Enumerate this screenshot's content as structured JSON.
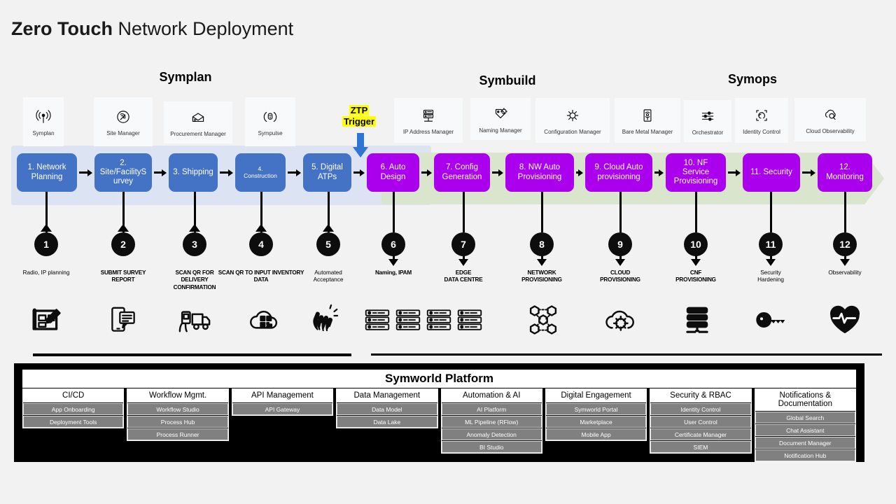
{
  "title": {
    "bold": "Zero Touch",
    "light": "Network Deployment"
  },
  "sections": [
    {
      "name": "Symplan",
      "label": "Symplan"
    },
    {
      "name": "Symbuild",
      "label": "Symbuild"
    },
    {
      "name": "Symops",
      "label": "Symops"
    }
  ],
  "tools": [
    {
      "label": "Symplan",
      "icon": "antenna-signal-icon"
    },
    {
      "label": "Site Manager",
      "icon": "site-signal-circle-icon"
    },
    {
      "label": "Procurement Manager",
      "icon": "envelope-card-icon"
    },
    {
      "label": "Sympulse",
      "icon": "pulse-circle-icon"
    },
    {
      "label": "IP Address Manager",
      "icon": "server-network-icon"
    },
    {
      "label": "Naming Manager",
      "icon": "tag-gear-icon"
    },
    {
      "label": "Configuration Manager",
      "icon": "gear-cluster-icon"
    },
    {
      "label": "Bare Metal Manager",
      "icon": "rack-signal-icon"
    },
    {
      "label": "Orchestrator",
      "icon": "sliders-icon"
    },
    {
      "label": "Identity Control",
      "icon": "fingerprint-scan-icon"
    },
    {
      "label": "Cloud Observability",
      "icon": "cloud-search-icon"
    }
  ],
  "ztp": {
    "line1": "ZTP",
    "line2": "Trigger",
    "highlight_color": "#ffff00",
    "arrow_color": "#2e75d4"
  },
  "bands": {
    "plan_color": "#dce3f2",
    "ops_color": "#d9e5cc"
  },
  "process": {
    "blue_color": "#4472c4",
    "purple_color": "#aa00ee",
    "steps": [
      {
        "num": "1",
        "text": "1. Network\nPlanning",
        "color": "blue",
        "small": false
      },
      {
        "num": "2",
        "text": "2.\nSite/FacilityS\nurvey",
        "color": "blue",
        "small": false
      },
      {
        "num": "3",
        "text": "3. Shipping",
        "color": "blue",
        "small": false
      },
      {
        "num": "4",
        "text": "4.\nConstruction",
        "color": "blue",
        "small": true
      },
      {
        "num": "5",
        "text": "5. Digital\nATPs",
        "color": "blue",
        "small": false
      },
      {
        "num": "6",
        "text": "6. Auto\nDesign",
        "color": "purple",
        "small": false
      },
      {
        "num": "7",
        "text": "7. Config\nGeneration",
        "color": "purple",
        "small": false
      },
      {
        "num": "8",
        "text": "8. NW Auto\nProvisioning",
        "color": "purple",
        "small": false
      },
      {
        "num": "9",
        "text": "9. Cloud Auto\nprovisioning",
        "color": "purple",
        "small": false
      },
      {
        "num": "10",
        "text": "10. NF Service\nProvisioning",
        "color": "purple",
        "small": false
      },
      {
        "num": "11",
        "text": "11. Security",
        "color": "purple",
        "small": false
      },
      {
        "num": "12",
        "text": "12.\nMonitoring",
        "color": "purple",
        "small": false
      }
    ]
  },
  "activities": [
    {
      "num": "1",
      "label": "Radio, IP planning",
      "caps": false,
      "icon": "blueprint-pencil-icon"
    },
    {
      "num": "2",
      "label": "SUBMIT SURVEY\nREPORT",
      "caps": true,
      "icon": "phone-message-icon"
    },
    {
      "num": "3",
      "label": "SCAN QR FOR\nDELIVERY\nCONFIRMATION",
      "caps": true,
      "icon": "qr-hand-truck-icon"
    },
    {
      "num": "4",
      "label": "SCAN QR TO INPUT INVENTORY\nDATA",
      "caps": true,
      "icon": "cloud-qr-icon"
    },
    {
      "num": "5",
      "label": "Automated\nAcceptance",
      "caps": false,
      "icon": "clapping-hands-icon"
    },
    {
      "num": "6",
      "label": "Naming, IPAM",
      "caps": true,
      "icon": "server-racks-icon"
    },
    {
      "num": "7",
      "label": "EDGE\nDATA CENTRE",
      "caps": true,
      "icon": "server-racks-icon"
    },
    {
      "num": "8",
      "label": "NETWORK\nPROVISIONING",
      "caps": true,
      "icon": "cube-network-icon"
    },
    {
      "num": "9",
      "label": "CLOUD\nPROVISIONING",
      "caps": true,
      "icon": "cloud-gear-icon"
    },
    {
      "num": "10",
      "label": "CNF\nPROVISIONING",
      "caps": true,
      "icon": "server-stack-icon"
    },
    {
      "num": "11",
      "label": "Security\nHardening",
      "caps": false,
      "icon": "key-icon"
    },
    {
      "num": "12",
      "label": "Observability",
      "caps": false,
      "icon": "heart-pulse-icon"
    }
  ],
  "platform": {
    "title": "Symworld Platform",
    "columns": [
      {
        "head": "CI/CD",
        "items": [
          "App Onboarding",
          "Deployment Tools"
        ]
      },
      {
        "head": "Workflow Mgmt.",
        "items": [
          "Workflow Studio",
          "Process Hub",
          "Process Runner"
        ]
      },
      {
        "head": "API Management",
        "items": [
          "API Gateway"
        ]
      },
      {
        "head": "Data Management",
        "items": [
          "Data Model",
          "Data Lake"
        ]
      },
      {
        "head": "Automation & AI",
        "items": [
          "AI Platform",
          "ML Pipeline (RFlow)",
          "Anomaly Detection",
          "BI Studio"
        ]
      },
      {
        "head": "Digital Engagement",
        "items": [
          "Symworld Portal",
          "Marketplace",
          "Mobile App"
        ]
      },
      {
        "head": "Security & RBAC",
        "items": [
          "Identity Control",
          "User Control",
          "Certificate Manager",
          "SIEM"
        ]
      },
      {
        "head": "Notifications &\nDocumentation",
        "items": [
          "Global Search",
          "Chat Assistant",
          "Document Manager",
          "Notification Hub"
        ]
      }
    ]
  }
}
